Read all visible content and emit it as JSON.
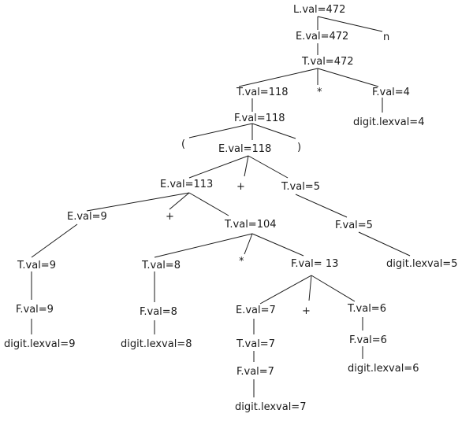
{
  "nodes": {
    "n1": {
      "label": "L.val=472"
    },
    "n2": {
      "label": "E.val=472"
    },
    "n3": {
      "label": "n"
    },
    "n4": {
      "label": "T.val=472"
    },
    "n5": {
      "label": "T.val=118"
    },
    "n6": {
      "label": "*"
    },
    "n7": {
      "label": "F.val=4"
    },
    "n8": {
      "label": "F.val=118"
    },
    "n9": {
      "label": "digit.lexval=4"
    },
    "n10": {
      "label": "("
    },
    "n11": {
      "label": "E.val=118"
    },
    "n12": {
      "label": ")"
    },
    "n13": {
      "label": "E.val=113"
    },
    "n14": {
      "label": "+"
    },
    "n15": {
      "label": "T.val=5"
    },
    "n16": {
      "label": "E.val=9"
    },
    "n17": {
      "label": "+"
    },
    "n18": {
      "label": "T.val=104"
    },
    "n19": {
      "label": "F.val=5"
    },
    "n20": {
      "label": "T.val=9"
    },
    "n21": {
      "label": "T.val=8"
    },
    "n22": {
      "label": "*"
    },
    "n23": {
      "label": "F.val= 13"
    },
    "n24": {
      "label": "digit.lexval=5"
    },
    "n25": {
      "label": "F.val=9"
    },
    "n26": {
      "label": "F.val=8"
    },
    "n27": {
      "label": "E.val=7"
    },
    "n28": {
      "label": "+"
    },
    "n29": {
      "label": "T.val=6"
    },
    "n30": {
      "label": "digit.lexval=9"
    },
    "n31": {
      "label": "digit.lexval=8"
    },
    "n32": {
      "label": "T.val=7"
    },
    "n33": {
      "label": "F.val=6"
    },
    "n34": {
      "label": "F.val=7"
    },
    "n35": {
      "label": "digit.lexval=6"
    },
    "n36": {
      "label": "digit.lexval=7"
    }
  },
  "colors": {
    "line": "#1a1a1a",
    "text": "#1a1a1a"
  }
}
